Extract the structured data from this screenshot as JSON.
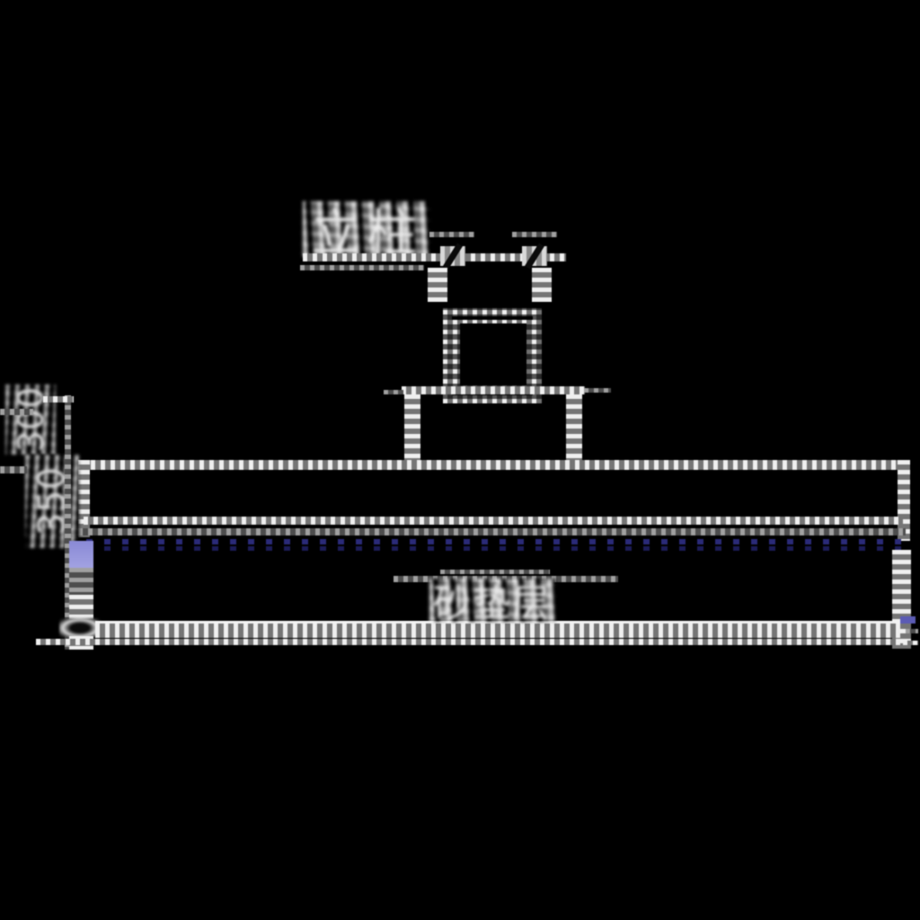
{
  "background_color": "#000000",
  "line_colors": {
    "bright": "#efefef",
    "mid": "#757575",
    "dotted_line_navy": "#26266e",
    "accent_bar_periwinkle": "#9a9ade",
    "accent_dash_blue": "#5b5bb4"
  },
  "labels": {
    "post_label": "立柱",
    "cushion_label": "砂垫层"
  },
  "dimensions": {
    "left_upper": "300",
    "left_lower": "350"
  }
}
